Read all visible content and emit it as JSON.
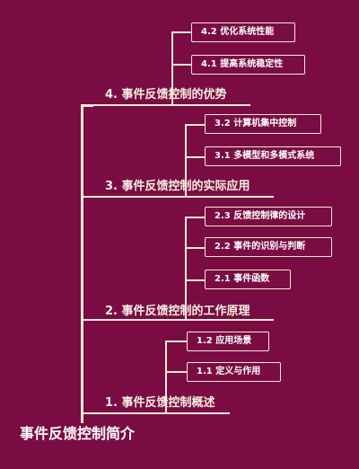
{
  "title": "事件反馈控制简介",
  "sections": [
    {
      "label": "4. 事件反馈控制的优势",
      "items": [
        "4.2 优化系统性能",
        "4.1 提高系统稳定性"
      ]
    },
    {
      "label": "3. 事件反馈控制的实际应用",
      "items": [
        "3.2 计算机集中控制",
        "3.1 多模型和多模式系统"
      ]
    },
    {
      "label": "2. 事件反馈控制的工作原理",
      "items": [
        "2.3 反馈控制律的设计",
        "2.2 事件的识别与判断",
        "2.1 事件函数"
      ]
    },
    {
      "label": "1. 事件反馈控制概述",
      "items": [
        "1.2 应用场景",
        "1.1 定义与作用"
      ]
    }
  ]
}
